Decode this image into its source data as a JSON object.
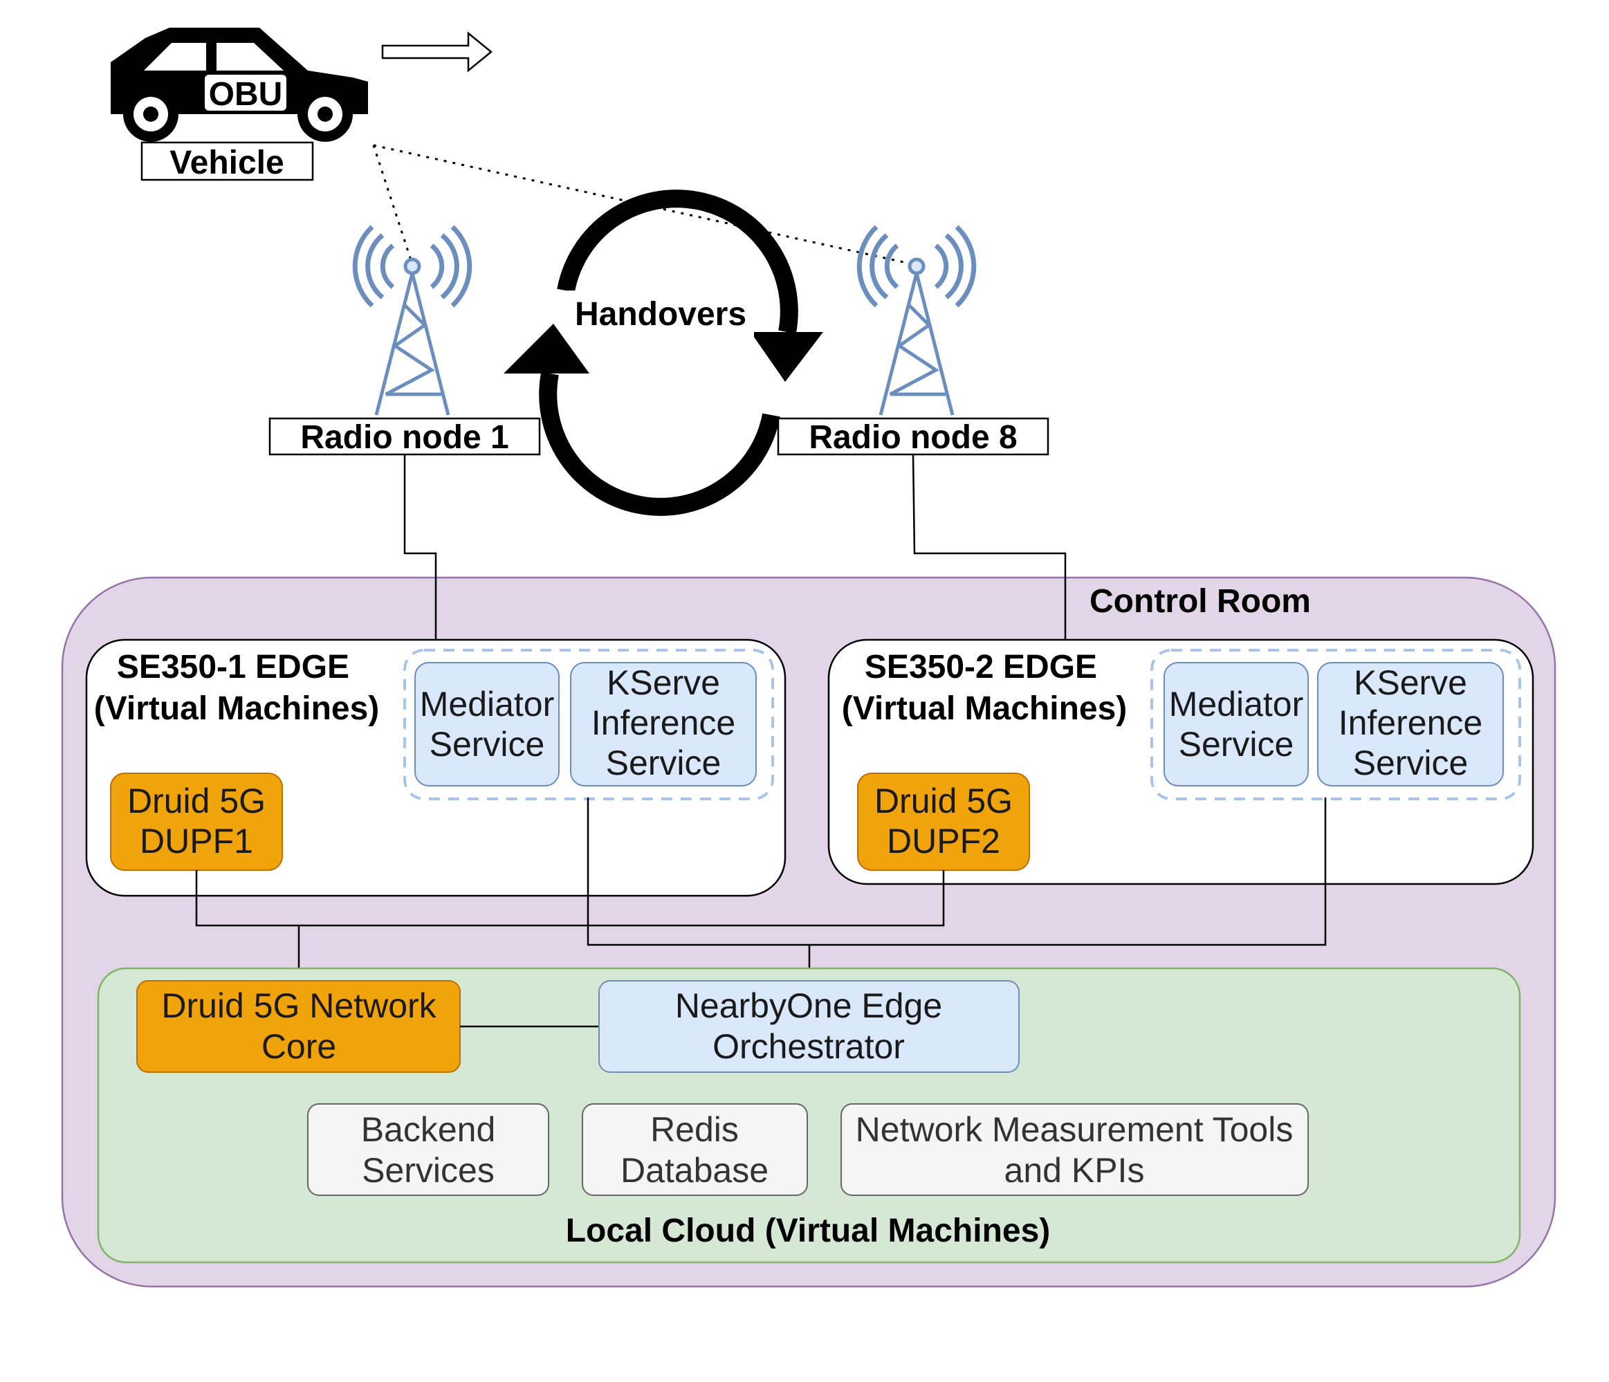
{
  "vehicle": {
    "obu_label": "OBU",
    "label": "Vehicle"
  },
  "radio_nodes": [
    {
      "label": "Radio node 1"
    },
    {
      "label": "Radio node 8"
    }
  ],
  "handovers_label": "Handovers",
  "control_room": {
    "title": "Control Room",
    "edges": [
      {
        "title_line1": "SE350-1 EDGE",
        "title_line2": "(Virtual Machines)",
        "upf_line1": "Druid 5G",
        "upf_line2": "DUPF1",
        "mediator_line1": "Mediator",
        "mediator_line2": "Service",
        "kserve_line1": "KServe",
        "kserve_line2": "Inference",
        "kserve_line3": "Service"
      },
      {
        "title_line1": "SE350-2 EDGE",
        "title_line2": "(Virtual Machines)",
        "upf_line1": "Druid 5G",
        "upf_line2": "DUPF2",
        "mediator_line1": "Mediator",
        "mediator_line2": "Service",
        "kserve_line1": "KServe",
        "kserve_line2": "Inference",
        "kserve_line3": "Service"
      }
    ],
    "local_cloud": {
      "title": "Local Cloud (Virtual Machines)",
      "core_line1": "Druid 5G Network",
      "core_line2": "Core",
      "orchestrator_line1": "NearbyOne Edge",
      "orchestrator_line2": "Orchestrator",
      "services": [
        {
          "line1": "Backend",
          "line2": "Services"
        },
        {
          "line1": "Redis",
          "line2": "Database"
        },
        {
          "line1": "Network Measurement Tools",
          "line2": "and KPIs"
        }
      ]
    }
  },
  "colors": {
    "control_room_fill": "#e1d5e7",
    "control_room_stroke": "#9673a6",
    "local_cloud_fill": "#d5e8d4",
    "local_cloud_stroke": "#82b366",
    "orange_fill": "#f0a30a",
    "orange_stroke": "#bd7000",
    "blue_fill": "#dae8fc",
    "blue_stroke": "#6c8ebf",
    "grey_fill": "#f5f5f5",
    "grey_stroke": "#666666",
    "tower": "#6c8ebf"
  }
}
